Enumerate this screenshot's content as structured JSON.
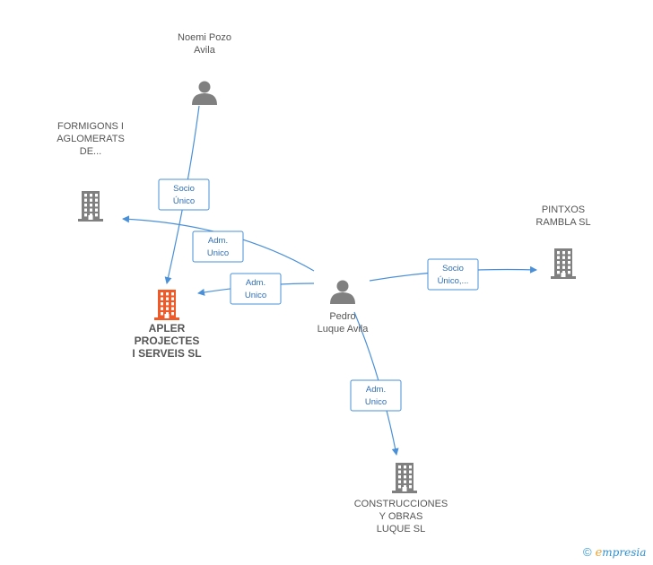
{
  "colors": {
    "edge": "#4a90d9",
    "node": "#808080",
    "highlight": "#f05a28"
  },
  "nodes": [
    {
      "id": "noemi",
      "kind": "person",
      "label_lines": [
        "Noemi Pozo",
        "Avila"
      ],
      "highlight": false
    },
    {
      "id": "formigons",
      "kind": "company",
      "label_lines": [
        "FORMIGONS I",
        "AGLOMERATS",
        "DE..."
      ],
      "highlight": false
    },
    {
      "id": "apler",
      "kind": "company",
      "label_lines": [
        "APLER",
        "PROJECTES",
        "I SERVEIS SL"
      ],
      "highlight": true
    },
    {
      "id": "pedro",
      "kind": "person",
      "label_lines": [
        "Pedro",
        "Luque Avila"
      ],
      "highlight": false
    },
    {
      "id": "pintxos",
      "kind": "company",
      "label_lines": [
        "PINTXOS",
        "RAMBLA SL"
      ],
      "highlight": false
    },
    {
      "id": "construcciones",
      "kind": "company",
      "label_lines": [
        "CONSTRUCCIONES",
        "Y OBRAS",
        "LUQUE SL"
      ],
      "highlight": false
    }
  ],
  "edges": [
    {
      "from": "noemi",
      "to": "apler",
      "label_lines": [
        "Socio",
        "Único"
      ]
    },
    {
      "from": "pedro",
      "to": "formigons",
      "label_lines": [
        "Adm.",
        "Unico"
      ]
    },
    {
      "from": "pedro",
      "to": "apler",
      "label_lines": [
        "Adm.",
        "Unico"
      ]
    },
    {
      "from": "pedro",
      "to": "pintxos",
      "label_lines": [
        "Socio",
        "Único,..."
      ]
    },
    {
      "from": "pedro",
      "to": "construcciones",
      "label_lines": [
        "Adm.",
        "Unico"
      ]
    }
  ],
  "brand": {
    "copyright": "©",
    "initial": "e",
    "name": "mpresia"
  }
}
